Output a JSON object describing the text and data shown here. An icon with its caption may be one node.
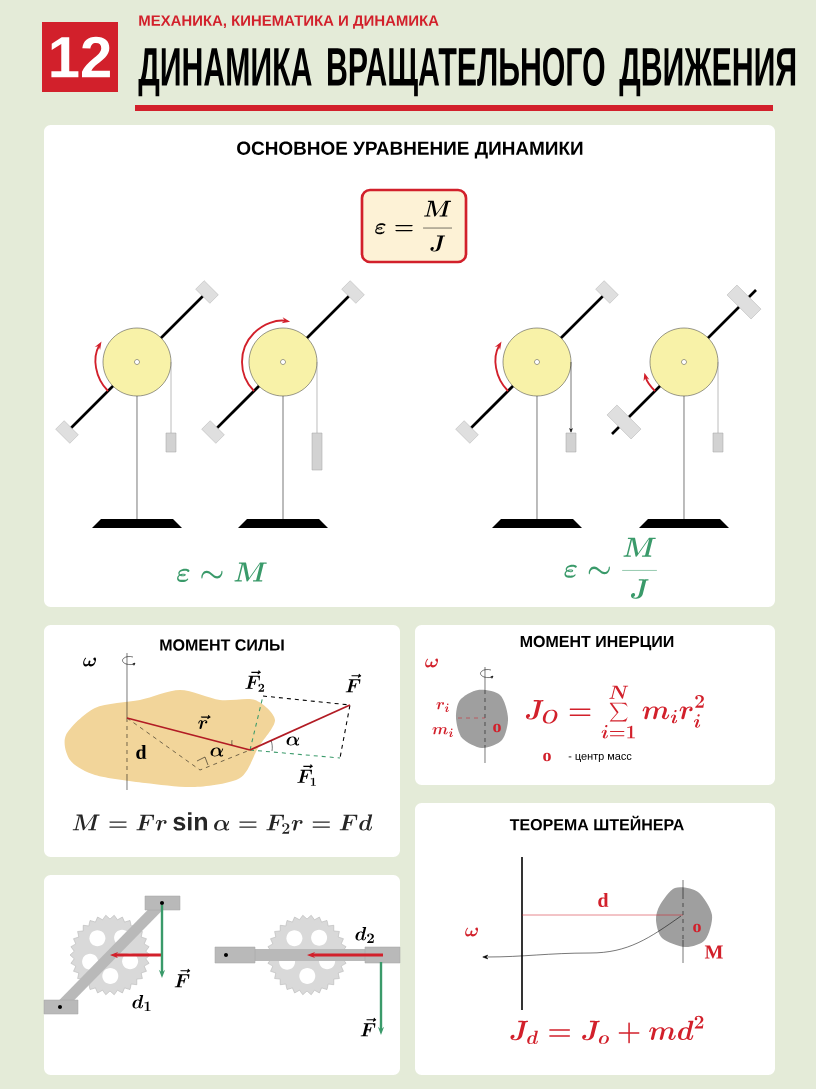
{
  "diagram": {
    "title": "ДИНАМИКА ВРАЩАТЕЛЬНОГО ДВИЖЕНИЯ",
    "nodes": [
      {
        "text": [
          "12"
        ]
      },
      {
        "text": [
          "ОСНОВНОЕ УРАВНЕНИЕ ДИНАМИКИ"
        ]
      },
      {
        "text": [
          "\\varepsilon = \\frac{M}{J}"
        ],
        "in": 1
      },
      {
        "text": [
          "МОМЕНТ СИЛЫ",
          "M = Fr\\sin\\alpha = F_2 r = Fd"
        ]
      },
      {
        "text": [
          "МОМЕНТ ИНЕРЦИИ",
          "J_O = \\sum_{i=1}^{N} m_i r_i^2"
        ]
      },
      {
        "text": [
          "ТЕОРЕМА   ШТЕЙНЕРА",
          "J_d = J_o + md^2"
        ]
      },
      {
        "text": [],
        "shape": "box"
      }
    ],
    "labels": [
      "МЕХАНИКА, КИНЕМАТИКА И ДИНАМИКА",
      "\\varepsilon \\sim M",
      "\\varepsilon \\sim \\frac{M}{J}",
      "\\omega",
      "\\vec{F}_2",
      "\\vec{F}",
      "\\vec{r}",
      "d",
      "\\alpha",
      "\\alpha",
      "\\vec{F}_1",
      "\\omega",
      "r_i",
      "m_i",
      "o",
      "o",
      "- центр масс",
      "d",
      "\\omega",
      "o",
      "M",
      "\\vec{F}",
      "d_1",
      "d_2",
      "\\vec{F}"
    ]
  }
}
